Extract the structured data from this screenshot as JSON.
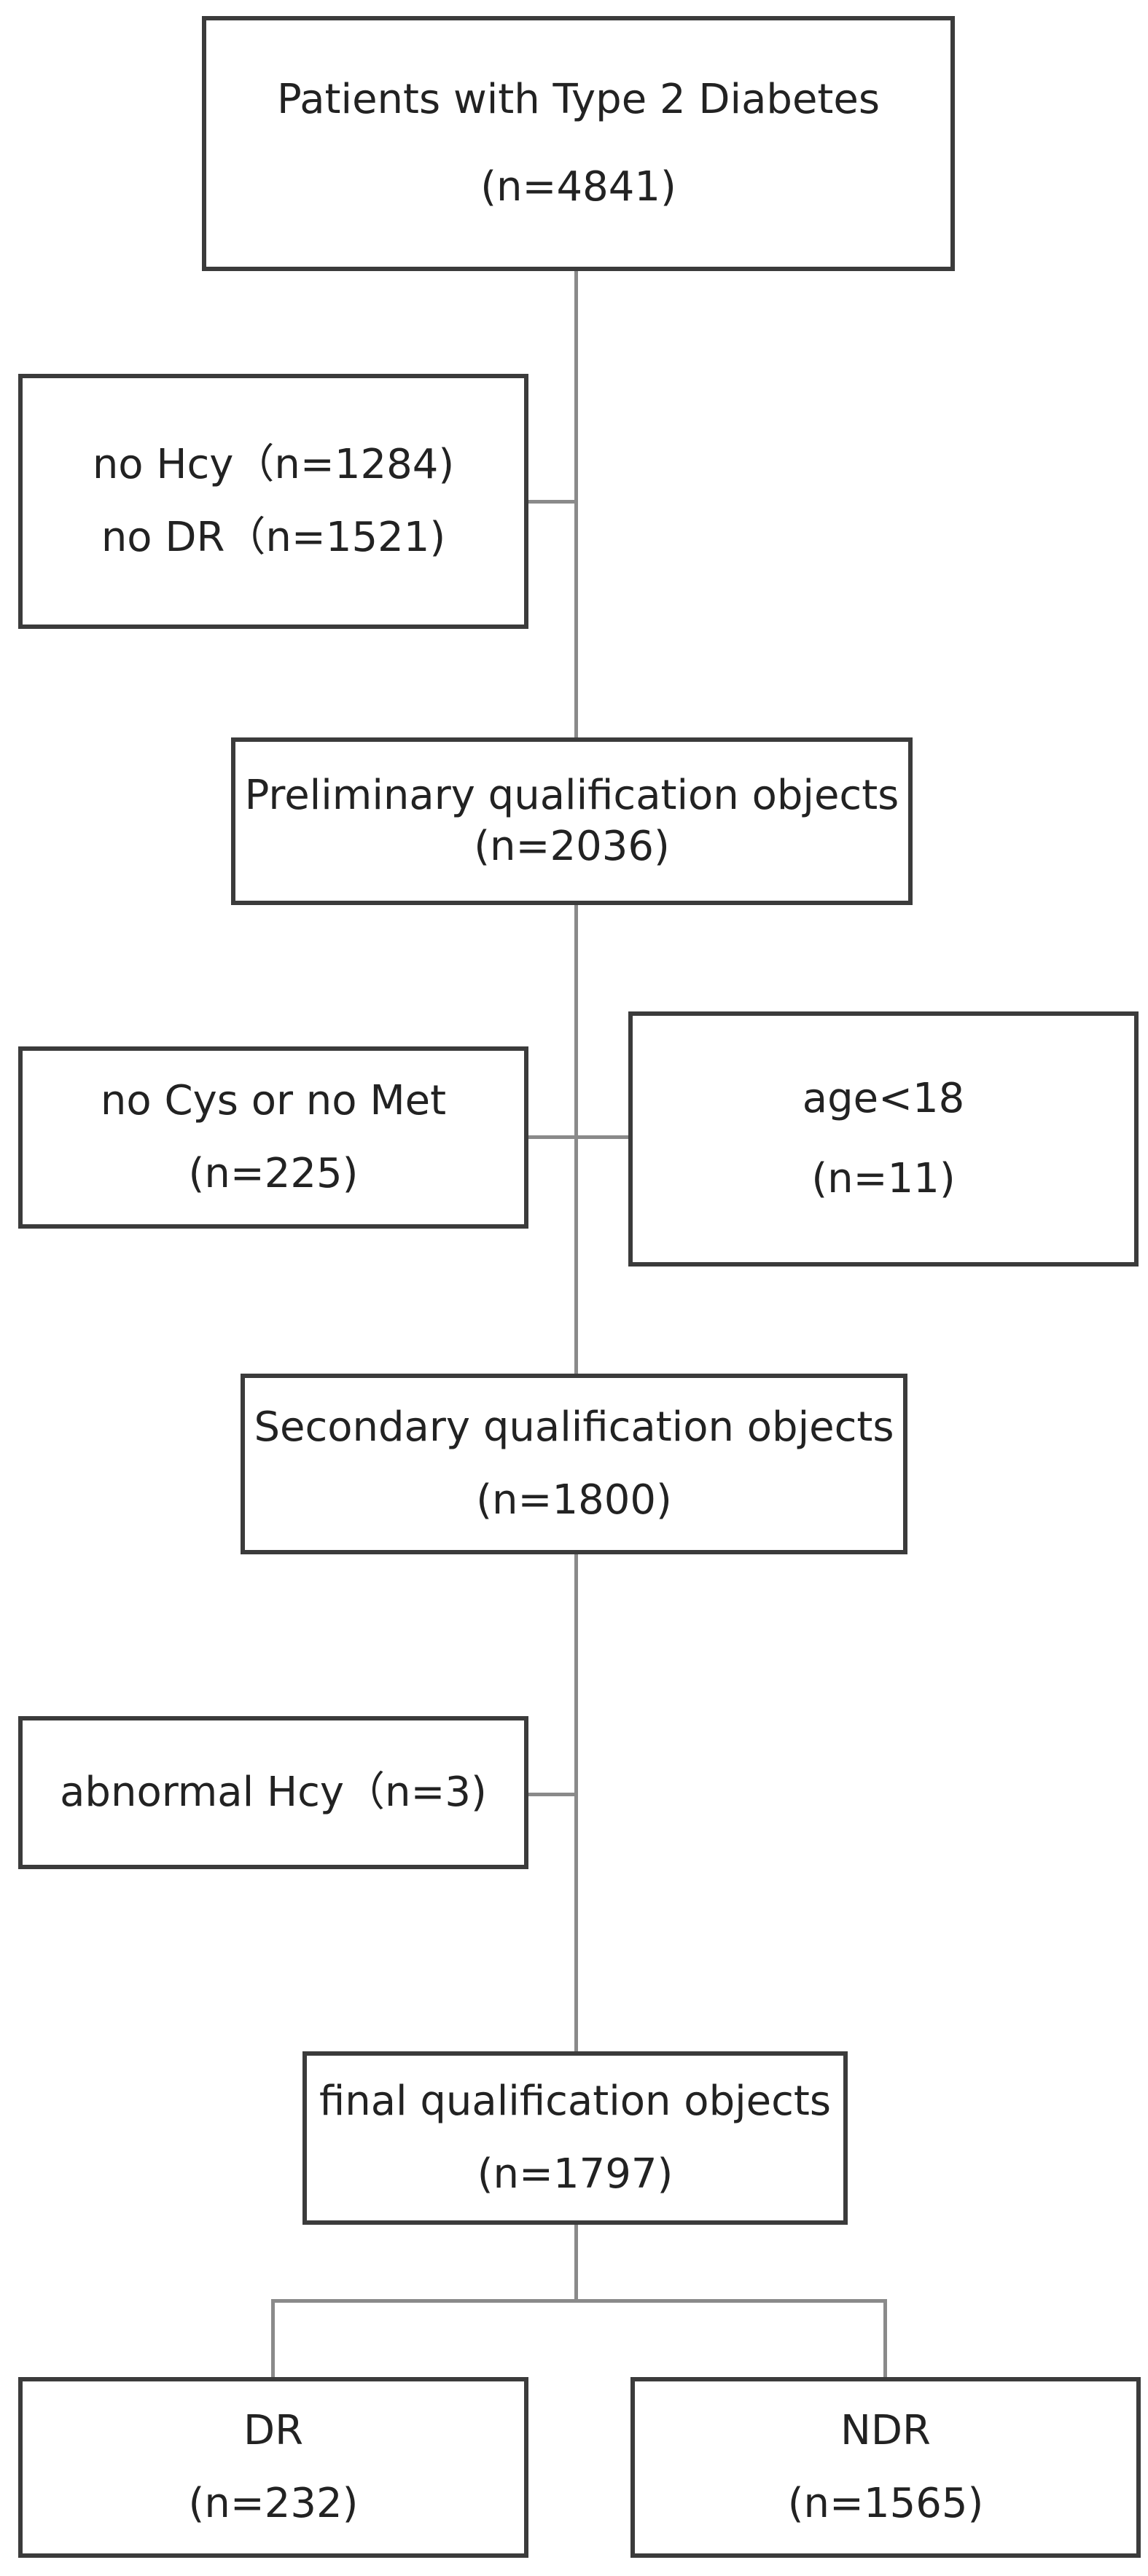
{
  "flowchart": {
    "start": {
      "title": "Patients with Type 2 Diabetes",
      "count": "(n=4841)"
    },
    "exclusion_1": {
      "line1": "no Hcy（n=1284)",
      "line2": "no DR（n=1521)"
    },
    "preliminary": {
      "title": "Preliminary qualification objects",
      "count": "(n=2036)"
    },
    "exclusion_2a": {
      "title": "no Cys or no Met",
      "count": "(n=225)"
    },
    "exclusion_2b": {
      "title": "age<18",
      "count": "(n=11)"
    },
    "secondary": {
      "title": "Secondary qualification objects",
      "count": "(n=1800)"
    },
    "exclusion_3": {
      "line1": "abnormal Hcy（n=3)"
    },
    "final": {
      "title": "final qualification objects",
      "count": "(n=1797)"
    },
    "dr": {
      "title": "DR",
      "count": "(n=232)"
    },
    "ndr": {
      "title": "NDR",
      "count": "(n=1565)"
    }
  },
  "colors": {
    "box_border": "#3b3b3b",
    "connector": "#8a8a8a",
    "text": "#222222"
  }
}
